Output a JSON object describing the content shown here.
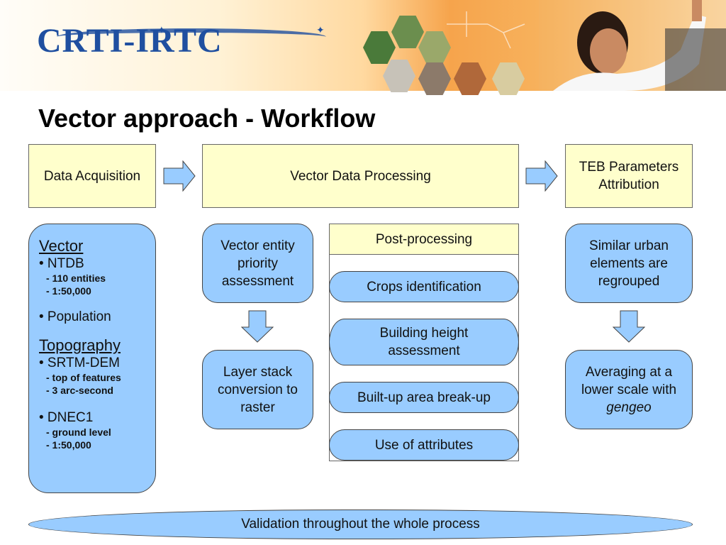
{
  "header": {
    "logo_text": "CRTI-IRTC"
  },
  "title": "Vector approach - Workflow",
  "stages": {
    "acquisition": "Data Acquisition",
    "processing": "Vector Data Processing",
    "teb": "TEB Parameters Attribution"
  },
  "left_panel": {
    "vector_head": "Vector",
    "ntdb": "• NTDB",
    "ntdb_sub1": "- 110 entities",
    "ntdb_sub2": "- 1:50,000",
    "population": "• Population",
    "topo_head": "Topography",
    "srtm": "• SRTM-DEM",
    "srtm_sub1": "- top of features",
    "srtm_sub2": "- 3 arc-second",
    "dnec": "• DNEC1",
    "dnec_sub1": "- ground level",
    "dnec_sub2": "- 1:50,000"
  },
  "middle": {
    "priority": "Vector entity priority assessment",
    "layer_stack": "Layer stack conversion to raster"
  },
  "post": {
    "header": "Post-processing",
    "items": [
      "Crops identification",
      "Building height assessment",
      "Built-up area break-up",
      "Use of attributes"
    ]
  },
  "right": {
    "regroup": "Similar urban elements are regrouped",
    "averaging_pre": "Averaging at a lower scale with ",
    "averaging_em": "gengeo"
  },
  "bottom": "Validation throughout the whole process",
  "colors": {
    "yellow_box": "#ffffcc",
    "blue_box": "#99ccff",
    "logo_blue": "#1f4fa0"
  }
}
